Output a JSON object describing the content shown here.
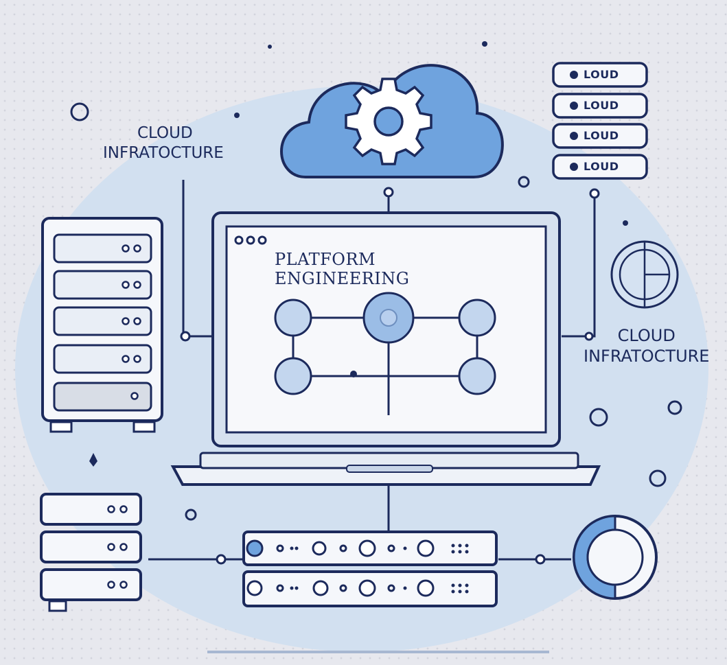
{
  "labels": {
    "cloud_left_line1": "CLOUD",
    "cloud_left_line2": "INFRATOCTURE",
    "cloud_right_line1": "CLOUD",
    "cloud_right_line2": "INFRATOCTURE"
  },
  "screen": {
    "title": "PLATFORM ENGINEERING"
  },
  "pills": [
    "LOUD",
    "LOUD",
    "LOUD",
    "LOUD"
  ],
  "colors": {
    "navy": "#1c2a5c",
    "accent": "#6fa3de",
    "bg_blob": "#d2e0f0"
  },
  "icons": [
    "cloud-icon",
    "gear-icon",
    "server-rack-icon",
    "laptop-icon",
    "network-node-icon",
    "donut-chart-icon",
    "radar-icon"
  ]
}
